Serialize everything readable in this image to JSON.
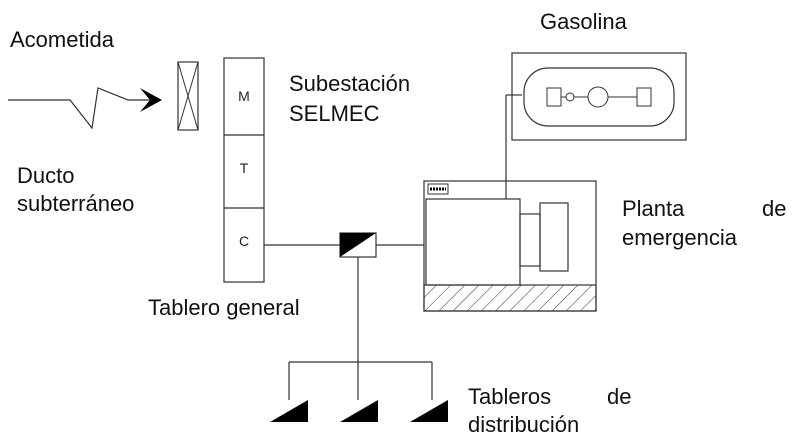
{
  "labels": {
    "acometida": "Acometida",
    "ducto_line1": "Ducto",
    "ducto_line2": "subterráneo",
    "subestacion_line1": "Subestación",
    "subestacion_line2": "SELMEC",
    "gasolina": "Gasolina",
    "planta_word1": "Planta",
    "planta_word2": "de",
    "planta_line2": "emergencia",
    "tablero_general": "Tablero general",
    "tableros_word1": "Tableros",
    "tableros_word2": "de",
    "tableros_line2": "distribución"
  },
  "substation_cells": [
    "M",
    "T",
    "C"
  ],
  "colors": {
    "line": "#333333",
    "fill_dark": "#000000",
    "background": "#ffffff"
  }
}
